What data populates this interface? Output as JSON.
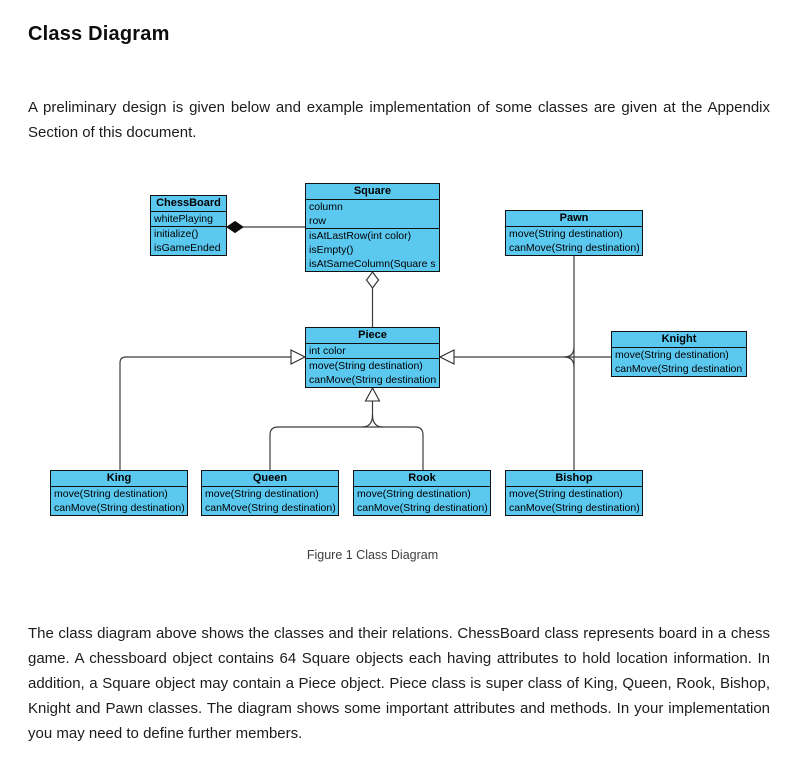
{
  "doc": {
    "title": "Class Diagram",
    "intro": "A preliminary design is given below and example implementation of some classes are given at the Appendix Section of this document.",
    "figure_caption": "Figure 1 Class Diagram",
    "body": "The class diagram above shows the classes and their relations. ChessBoard class represents board in a chess game. A chessboard object contains 64 Square objects each having attributes to hold location information. In addition, a Square object may contain a Piece object. Piece class is super class of King, Queen, Rook, Bishop, Knight and Pawn classes. The diagram shows some important attributes and methods. In your implementation you may need to define further members."
  },
  "diagram": {
    "box_fill": "#5bc8f0",
    "box_border": "#111111",
    "line_color": "#3c3c3c",
    "classes": [
      {
        "name": "ChessBoard",
        "attributes": [
          "whitePlaying"
        ],
        "methods": [
          "initialize()",
          "isGameEnded"
        ]
      },
      {
        "name": "Square",
        "attributes": [
          "column",
          "row"
        ],
        "methods": [
          "isAtLastRow(int color)",
          "isEmpty()",
          "isAtSameColumn(Square s)"
        ]
      },
      {
        "name": "Pawn",
        "attributes": [],
        "methods": [
          "move(String destination)",
          "canMove(String destination)"
        ]
      },
      {
        "name": "Piece",
        "attributes": [
          "int color"
        ],
        "methods": [
          "move(String destination)",
          "canMove(String destination)"
        ]
      },
      {
        "name": "Knight",
        "attributes": [],
        "methods": [
          "move(String destination)",
          "canMove(String destination)"
        ]
      },
      {
        "name": "King",
        "attributes": [],
        "methods": [
          "move(String destination)",
          "canMove(String destination)"
        ]
      },
      {
        "name": "Queen",
        "attributes": [],
        "methods": [
          "move(String destination)",
          "canMove(String destination)"
        ]
      },
      {
        "name": "Rook",
        "attributes": [],
        "methods": [
          "move(String destination)",
          "canMove(String destination)"
        ]
      },
      {
        "name": "Bishop",
        "attributes": [],
        "methods": [
          "move(String destination)",
          "canMove(String destination)"
        ]
      }
    ],
    "relations": [
      {
        "from": "ChessBoard",
        "to": "Square",
        "type": "composition"
      },
      {
        "from": "Square",
        "to": "Piece",
        "type": "aggregation"
      },
      {
        "from": "King",
        "to": "Piece",
        "type": "generalization"
      },
      {
        "from": "Queen",
        "to": "Piece",
        "type": "generalization"
      },
      {
        "from": "Rook",
        "to": "Piece",
        "type": "generalization"
      },
      {
        "from": "Bishop",
        "to": "Piece",
        "type": "generalization"
      },
      {
        "from": "Knight",
        "to": "Piece",
        "type": "generalization"
      },
      {
        "from": "Pawn",
        "to": "Piece",
        "type": "generalization"
      }
    ]
  }
}
